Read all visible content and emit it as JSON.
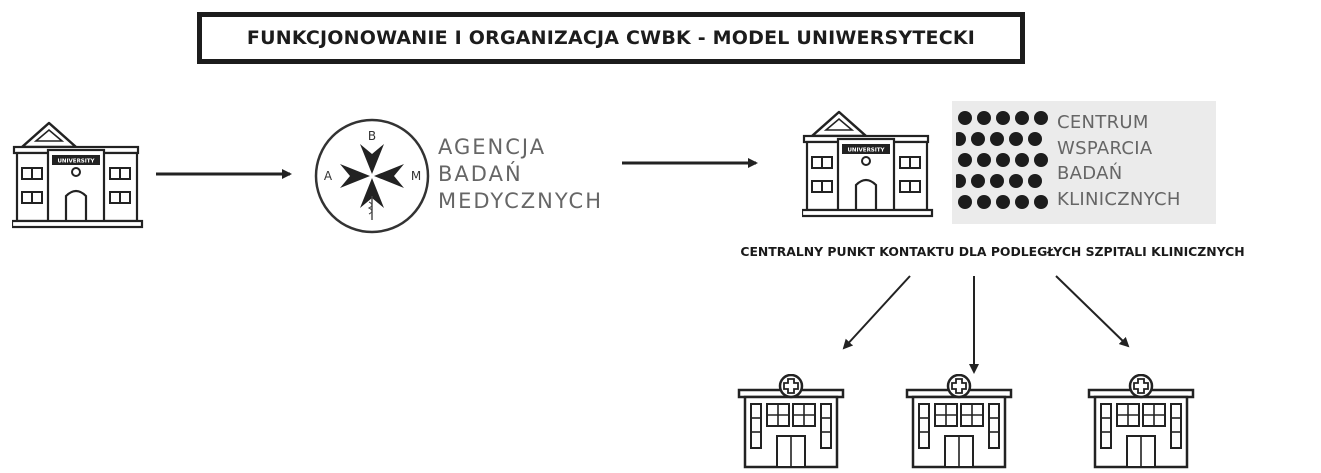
{
  "title": "FUNKCJONOWANIE I ORGANIZACJA CWBK - MODEL UNIWERSYTECKI",
  "university_sign": "UNIVERSITY",
  "aba": {
    "logo_letters": {
      "top": "B",
      "left": "A",
      "right": "M"
    },
    "lines": [
      "AGENCJA",
      "BADAŃ",
      "MEDYCZNYCH"
    ]
  },
  "cwbk": {
    "lines": [
      "CENTRUM",
      "WSPARCIA",
      "BADAŃ",
      "KLINICZNYCH"
    ]
  },
  "subtitle": "CENTRALNY PUNKT KONTAKTU DLA PODLEGŁYCH SZPITALI KLINICZNYCH",
  "icons": {
    "university": "university-building-icon",
    "agency_logo": "maltese-cross-logo-icon",
    "cwbk_logo": "dot-grid-logo-icon",
    "hospital": "hospital-building-icon"
  },
  "colors": {
    "ink": "#1c1c1c",
    "grey_text": "#666666",
    "cwbk_bg": "#ebebeb"
  }
}
